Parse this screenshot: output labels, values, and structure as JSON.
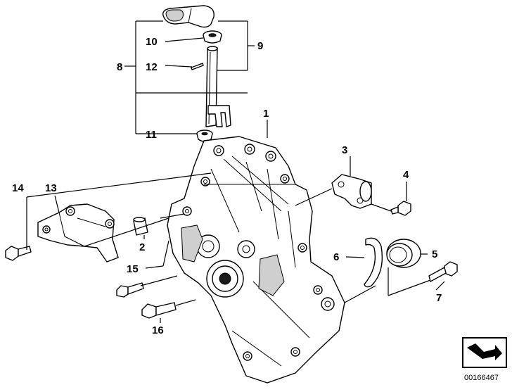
{
  "callouts": {
    "c1": "1",
    "c2": "2",
    "c3": "3",
    "c4": "4",
    "c5": "5",
    "c6": "6",
    "c7": "7",
    "c8": "8",
    "c9": "9",
    "c10": "10",
    "c11": "11",
    "c12": "12",
    "c13": "13",
    "c14": "14",
    "c15": "15",
    "c16": "16"
  },
  "reference_number": "00166467",
  "icons": {
    "corner_logo": "bent-arrow-logo-icon"
  },
  "colors": {
    "line": "#000000",
    "background": "#ffffff",
    "shade": "#cfcfcf"
  }
}
